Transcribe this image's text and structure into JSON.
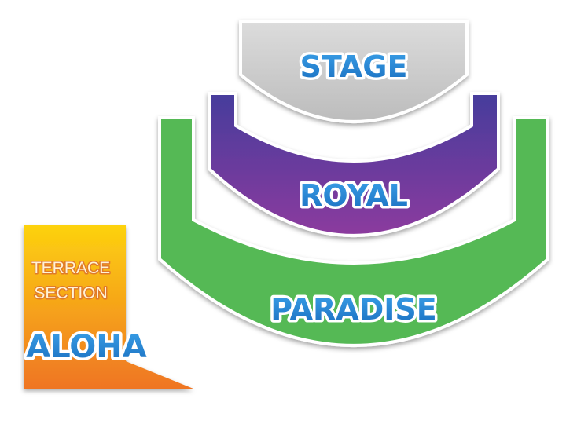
{
  "sections": {
    "stage": {
      "label": "STAGE",
      "color": "#c4c4c4"
    },
    "royal": {
      "label": "ROYAL",
      "color_top": "#463c9c",
      "color_bottom": "#8a3a9e"
    },
    "paradise": {
      "label": "PARADISE",
      "color": "#55b955"
    },
    "aloha": {
      "label": "ALOHA",
      "sublabel_line1": "TERRACE",
      "sublabel_line2": "SECTION",
      "color_top": "#fdd20f",
      "color_bottom": "#ef7524"
    }
  }
}
